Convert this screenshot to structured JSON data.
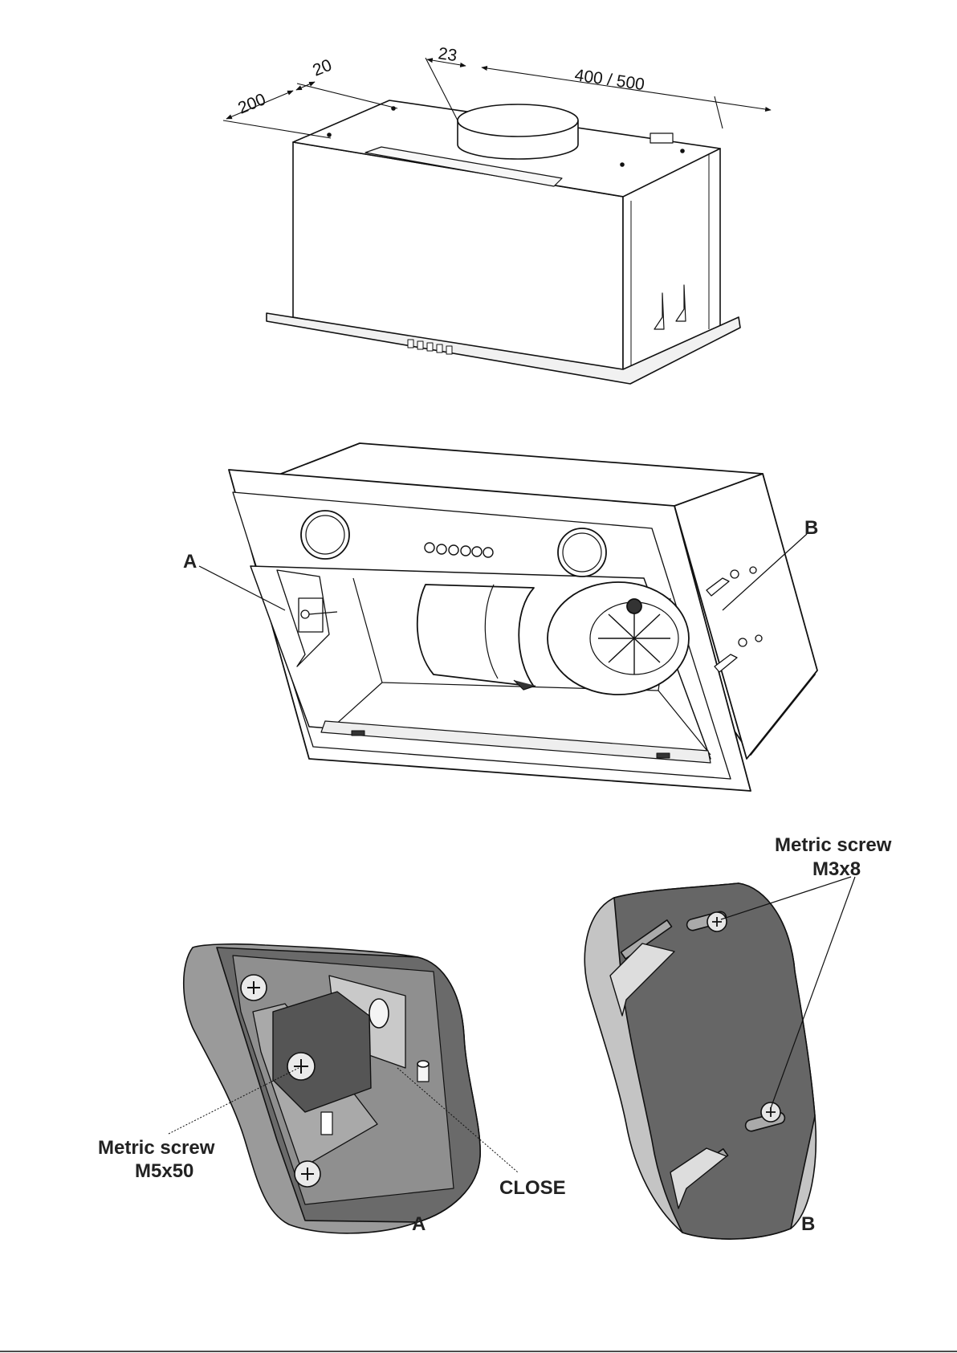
{
  "dimensions": {
    "d200": "200",
    "d20": "20",
    "d23": "23",
    "d400_500": "400 / 500"
  },
  "callouts": {
    "label_a": "A",
    "label_b": "B",
    "detail_a_letter": "A",
    "detail_b_letter": "B",
    "screw_m5_line1": "Metric screw",
    "screw_m5_line2": "M5x50",
    "screw_m3_line1": "Metric screw",
    "screw_m3_line2": "M3x8",
    "close": "CLOSE"
  }
}
